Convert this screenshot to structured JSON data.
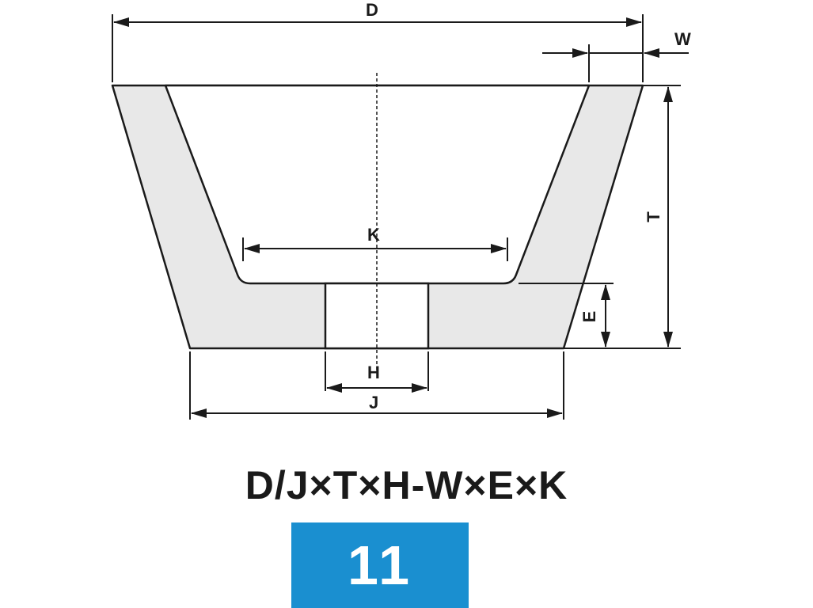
{
  "labels": {
    "D": "D",
    "W": "W",
    "T": "T",
    "K": "K",
    "E": "E",
    "H": "H",
    "J": "J"
  },
  "formula": "D/J×T×H-W×E×K",
  "type_number": "11",
  "colors": {
    "body_fill": "#e8e8e8",
    "line": "#1a1a1a",
    "badge": "#1a8fd0",
    "badge_text": "#ffffff"
  }
}
